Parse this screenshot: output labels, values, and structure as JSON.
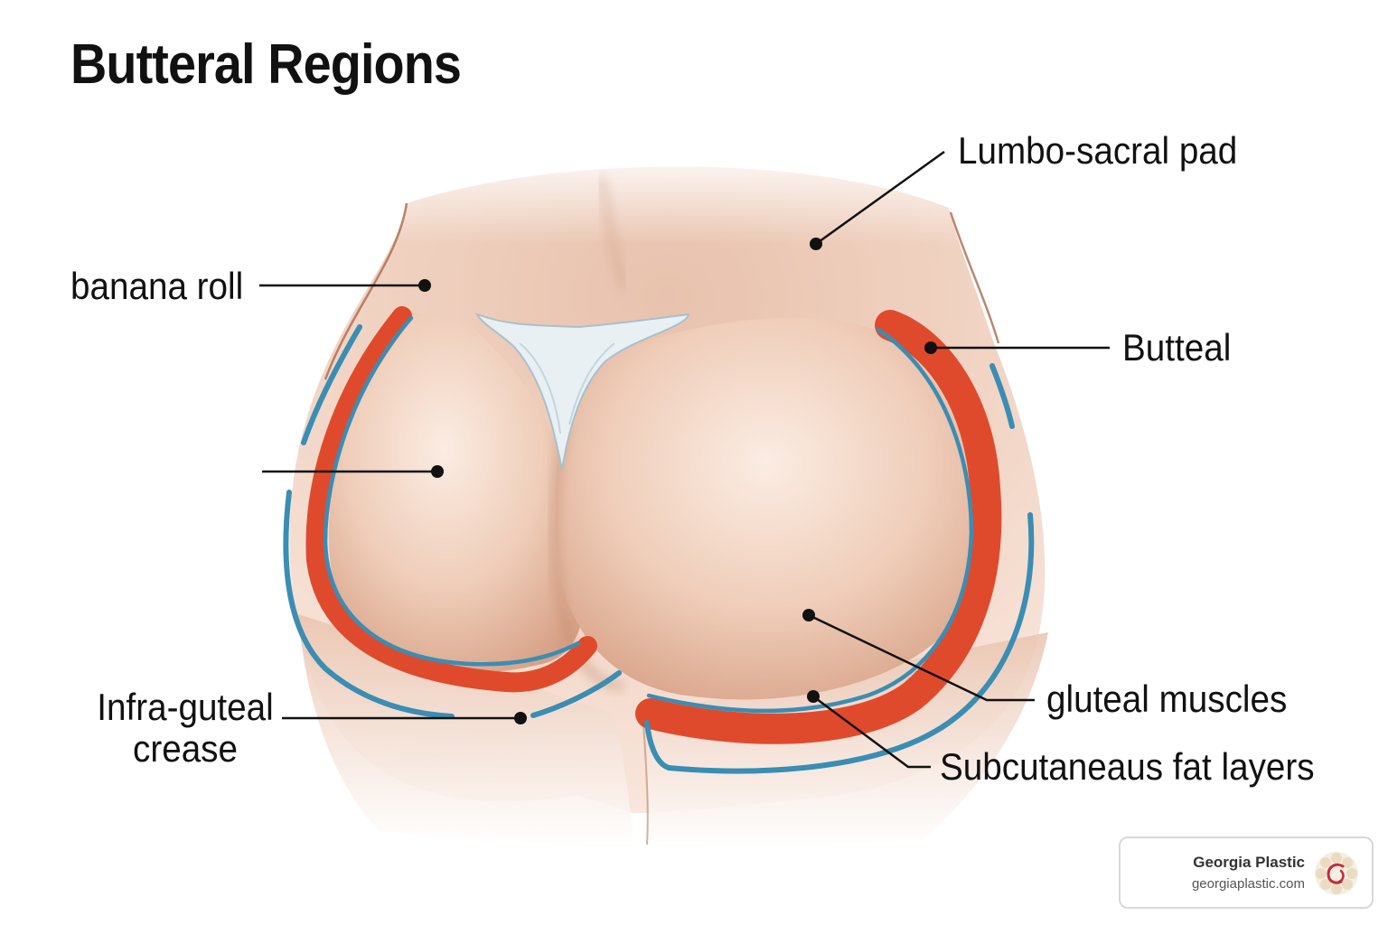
{
  "title": "Butteral Regions",
  "labels": {
    "lumbo_sacral_pad": "Lumbo-sacral pad",
    "banana_roll": "banana roll",
    "butteal": "Butteal",
    "infra_gluteal_crease_line1": "Infra-guteal",
    "infra_gluteal_crease_line2": "crease",
    "gluteal_muscles": "gluteal muscles",
    "subcutaneous_fat_layers": "Subcutaneaus fat layers"
  },
  "colors": {
    "skin_light": "#f7e6dc",
    "skin_mid": "#ebc3ad",
    "skin_shadow": "#c98f74",
    "fat_layer": "#e04a2c",
    "fascia_line": "#3a8db3",
    "garment": "#e8f0f3",
    "leader_line": "#111111"
  },
  "brand": {
    "name": "Georgia Plastic",
    "url": "georgiaplastic.com",
    "logo_icon": "georgia-plastic-logo-icon"
  }
}
